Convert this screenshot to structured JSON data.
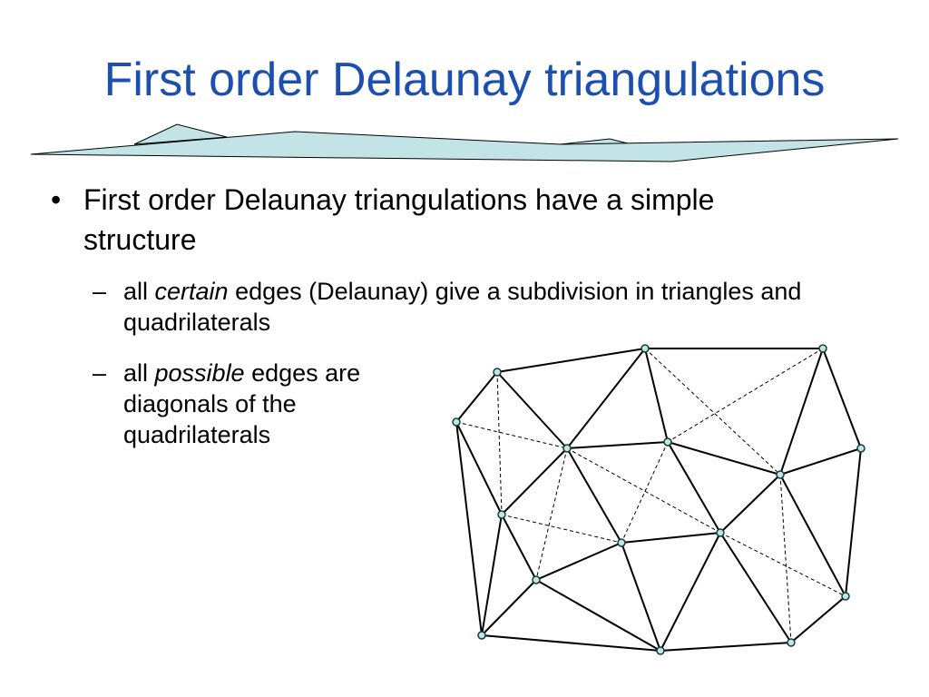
{
  "title": "First order Delaunay triangulations",
  "colors": {
    "title": "#1c4fb0",
    "terrain_fill": "#c2e4e6",
    "node_fill": "#bfe6e6"
  },
  "bullet": {
    "mark": "•",
    "text": "First order Delaunay triangulations have a simple structure"
  },
  "subbullets": {
    "dash": "–",
    "first": {
      "pre": "all ",
      "emph": "certain",
      "post": " edges (Delaunay) give a subdivision in triangles and quadrilaterals"
    },
    "second": {
      "pre": "all ",
      "emph": "possible",
      "post": " edges are diagonals of the quadrilaterals"
    }
  }
}
